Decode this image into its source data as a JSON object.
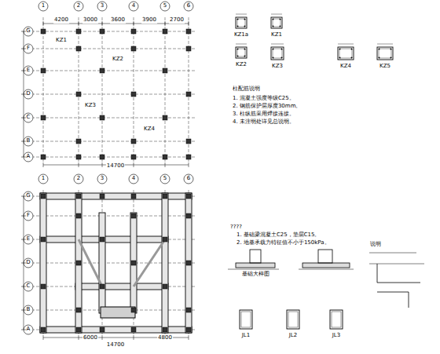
{
  "diagram": {
    "labels": [
      "1",
      "2",
      "3",
      "4",
      "5",
      "6",
      "4200",
      "3000",
      "3600",
      "3900",
      "2700",
      "G",
      "F",
      "E",
      "D",
      "C",
      "B",
      "A",
      "14700",
      "KZ1",
      "KZ2",
      "KZ3",
      "KZ4",
      "1",
      "2",
      "3",
      "4",
      "5",
      "6",
      "G",
      "F",
      "E",
      "D",
      "C",
      "B",
      "A",
      "14700",
      "6000",
      "4800",
      "KZ1a",
      "KZ1",
      "KZ2",
      "KZ3",
      "KZ4",
      "KZ5",
      "柱配筋说明",
      "1. 混凝土强度等级C25。",
      "2. 钢筋保护层厚度30mm。",
      "3. 柱纵筋采用焊接连接。",
      "4. 未注明处详见总说明。",
      "????",
      "1. 基础梁混凝土C25，垫层C15。",
      "2. 地基承载力特征值不小于150kPa。",
      "基础大样图",
      "JL1",
      "JL2",
      "JL3",
      "说明"
    ]
  }
}
